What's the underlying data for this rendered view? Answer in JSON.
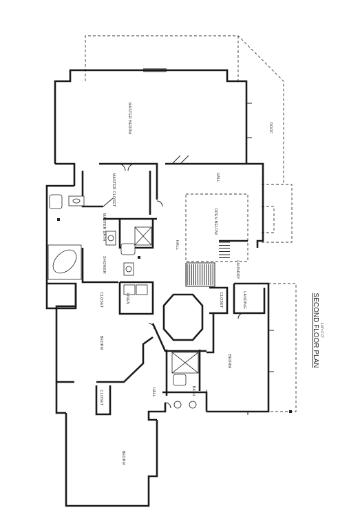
{
  "plan": {
    "title": "SECOND FLOOR PLAN",
    "subtitle": "1/4\"=1'-0\"",
    "rooms": {
      "master_bedroom": "MASTER BEDRM",
      "master_closet": "MASTER CLOSET",
      "master_bath": "MASTER BATH",
      "shower": "SHOWER",
      "hall_upper": "HALL",
      "hall_center": "HALL",
      "hall_lower": "HALL",
      "laundry": "LAUNDRY",
      "landing": "LANDING",
      "linen": "LINEN",
      "closet_a": "CLOSET",
      "closet_b": "CLOSET",
      "closet_c": "CLOSET",
      "bedroom_a": "BEDRM",
      "bedroom_b": "BEDRM",
      "bedroom_c": "BEDRM",
      "bath": "BATH",
      "roof": "ROOF",
      "open_below": "OPEN BELOW"
    }
  }
}
